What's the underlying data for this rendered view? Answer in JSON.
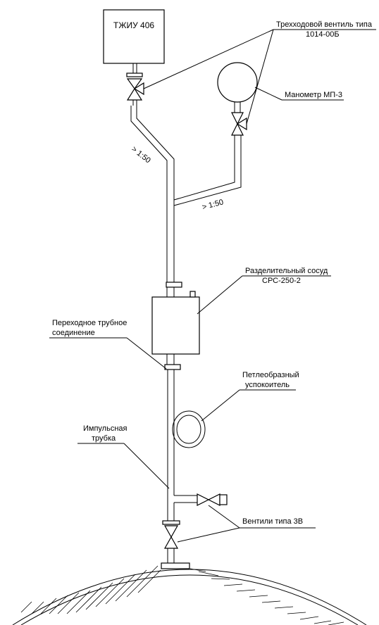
{
  "device": {
    "label": "ТЖИУ 406"
  },
  "labels": {
    "valve_3way_line1": "Трехходовой вентиль типа",
    "valve_3way_line2": "1014-00Б",
    "gauge": "Манометр МП-3",
    "slope_upper": "> 1:50",
    "slope_right": "> 1:50",
    "vessel_line1": "Разделительный сосуд",
    "vessel_line2": "СРС-250-2",
    "adapter_line1": "Переходное трубное",
    "adapter_line2": "соединение",
    "damper_line1": "Петлеобразный",
    "damper_line2": "успокоитель",
    "impulse_line1": "Импульсная",
    "impulse_line2": "трубка",
    "valves_3v": "Вентили типа 3В"
  },
  "colors": {
    "line": "#000000",
    "background": "#ffffff"
  }
}
